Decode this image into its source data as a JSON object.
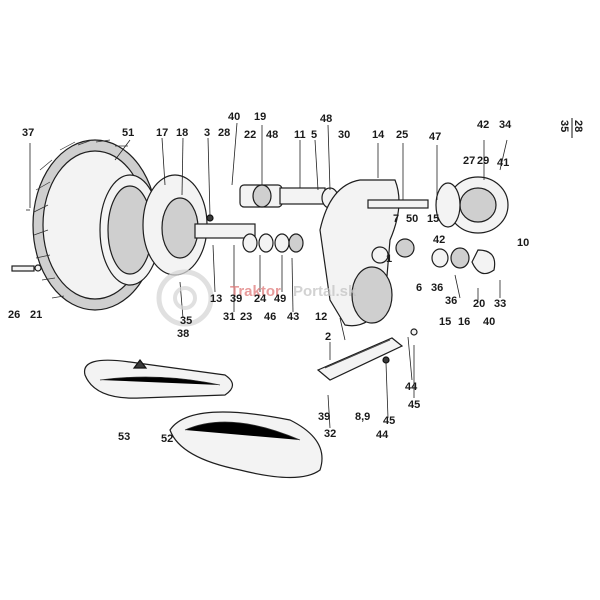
{
  "page_ref": {
    "top": "28",
    "bottom": "35"
  },
  "watermark": {
    "text1": "Traktor",
    "text2": "Portal.sk",
    "color1": "#e07a7a",
    "color2": "#cfcfcf"
  },
  "ref_35_38": {
    "a": "35",
    "b": "38"
  },
  "callouts": [
    {
      "id": "c37",
      "label": "37"
    },
    {
      "id": "c51",
      "label": "51"
    },
    {
      "id": "c17",
      "label": "17"
    },
    {
      "id": "c18",
      "label": "18"
    },
    {
      "id": "c3",
      "label": "3"
    },
    {
      "id": "c28a",
      "label": "28"
    },
    {
      "id": "c40a",
      "label": "40"
    },
    {
      "id": "c19",
      "label": "19"
    },
    {
      "id": "c22",
      "label": "22"
    },
    {
      "id": "c48a",
      "label": "48"
    },
    {
      "id": "c11",
      "label": "11"
    },
    {
      "id": "c5",
      "label": "5"
    },
    {
      "id": "c48b",
      "label": "48"
    },
    {
      "id": "c30",
      "label": "30"
    },
    {
      "id": "c14",
      "label": "14"
    },
    {
      "id": "c25",
      "label": "25"
    },
    {
      "id": "c47",
      "label": "47"
    },
    {
      "id": "c42a",
      "label": "42"
    },
    {
      "id": "c34",
      "label": "34"
    },
    {
      "id": "c27",
      "label": "27"
    },
    {
      "id": "c29",
      "label": "29"
    },
    {
      "id": "c41",
      "label": "41"
    },
    {
      "id": "c7",
      "label": "7"
    },
    {
      "id": "c50",
      "label": "50"
    },
    {
      "id": "c15a",
      "label": "15"
    },
    {
      "id": "c10",
      "label": "10"
    },
    {
      "id": "c1",
      "label": "1"
    },
    {
      "id": "c42b",
      "label": "42"
    },
    {
      "id": "c6",
      "label": "6"
    },
    {
      "id": "c36a",
      "label": "36"
    },
    {
      "id": "c36b",
      "label": "36"
    },
    {
      "id": "c20",
      "label": "20"
    },
    {
      "id": "c33",
      "label": "33"
    },
    {
      "id": "c15b",
      "label": "15"
    },
    {
      "id": "c16",
      "label": "16"
    },
    {
      "id": "c40b",
      "label": "40"
    },
    {
      "id": "c26",
      "label": "26"
    },
    {
      "id": "c21",
      "label": "21"
    },
    {
      "id": "c13",
      "label": "13"
    },
    {
      "id": "c39a",
      "label": "39"
    },
    {
      "id": "c24",
      "label": "24"
    },
    {
      "id": "c49",
      "label": "49"
    },
    {
      "id": "c31",
      "label": "31"
    },
    {
      "id": "c23",
      "label": "23"
    },
    {
      "id": "c46",
      "label": "46"
    },
    {
      "id": "c43",
      "label": "43"
    },
    {
      "id": "c12",
      "label": "12"
    },
    {
      "id": "c2",
      "label": "2"
    },
    {
      "id": "c44a",
      "label": "44"
    },
    {
      "id": "c45a",
      "label": "45"
    },
    {
      "id": "c39b",
      "label": "39"
    },
    {
      "id": "c89",
      "label": "8,9"
    },
    {
      "id": "c45b",
      "label": "45"
    },
    {
      "id": "c44b",
      "label": "44"
    },
    {
      "id": "c32",
      "label": "32"
    },
    {
      "id": "c53",
      "label": "53"
    },
    {
      "id": "c52",
      "label": "52"
    }
  ]
}
